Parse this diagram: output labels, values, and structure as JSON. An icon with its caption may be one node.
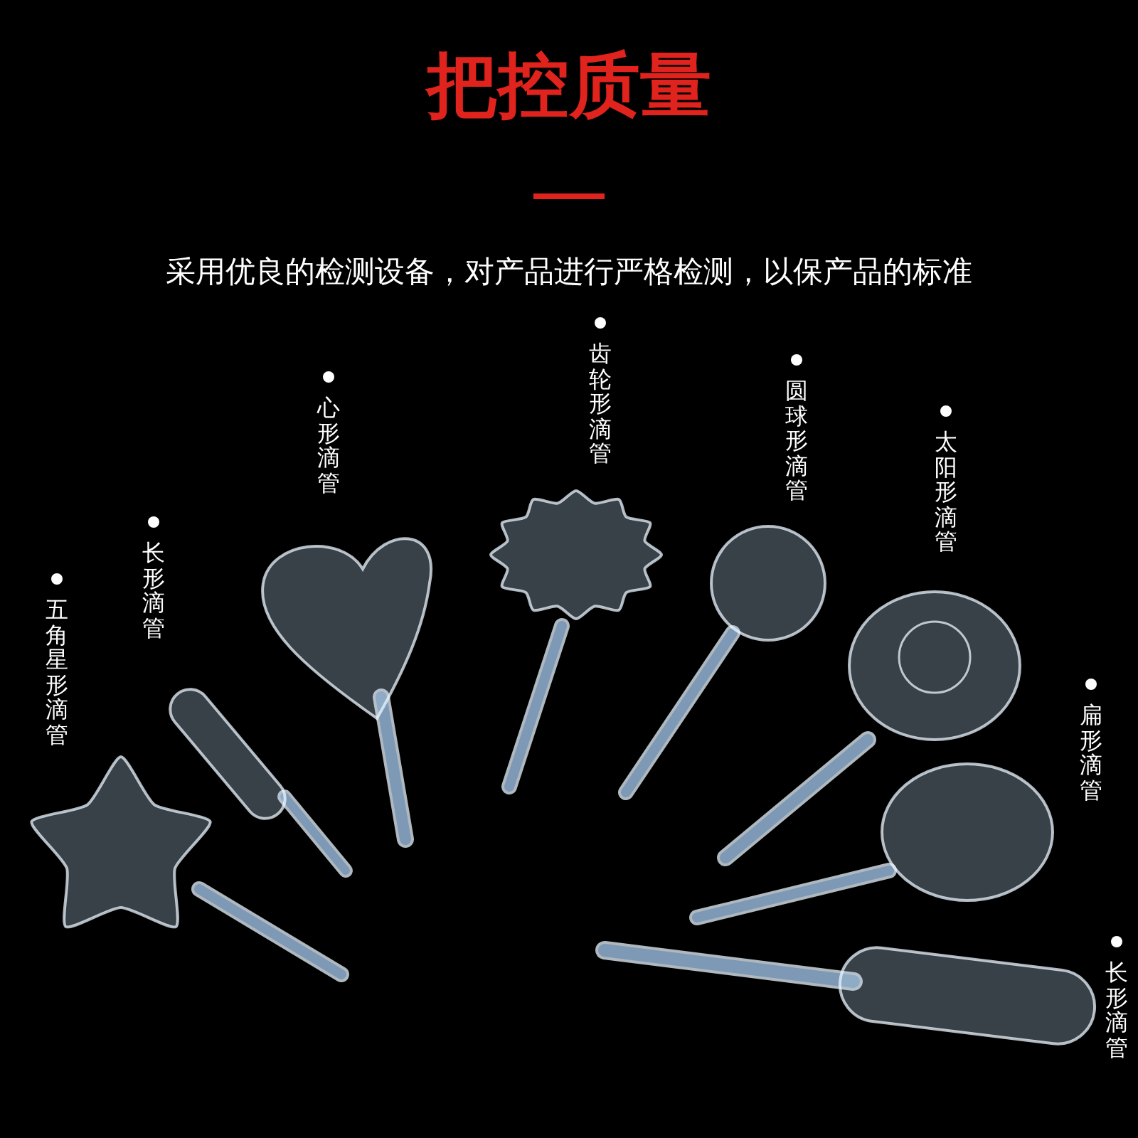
{
  "diagram": {
    "title": "把控质量",
    "labels": [
      "采用优良的检测设备，对产品进行严格检测，以保产品的标准",
      "五角星形滴管",
      "长形滴管",
      "心形滴管",
      "齿轮形滴管",
      "圆球形滴管",
      "太阳形滴管",
      "扁形滴管",
      "长形滴管"
    ]
  }
}
